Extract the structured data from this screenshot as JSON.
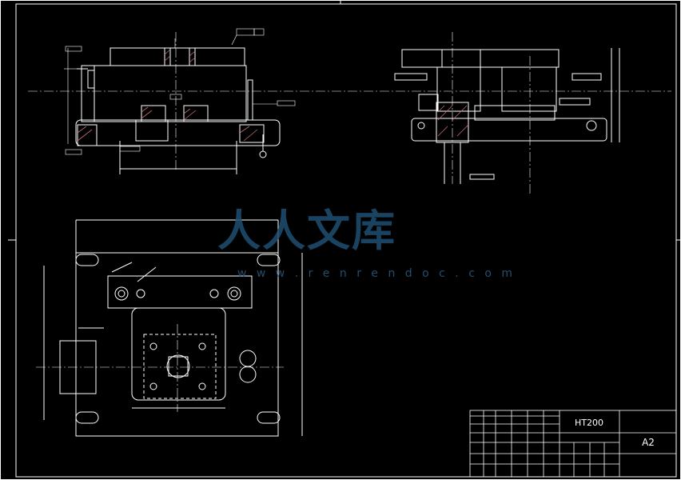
{
  "drawing": {
    "material": "HT200",
    "sheet_size": "A2"
  },
  "watermark": {
    "title": "人人文库",
    "url": "w w w . r e n r e n d o c . c o m"
  },
  "colors": {
    "background": "#000000",
    "line": "#ffffff",
    "dimension": "#ffffff",
    "watermark": "#1f4f73",
    "hatch": "#c07070"
  }
}
